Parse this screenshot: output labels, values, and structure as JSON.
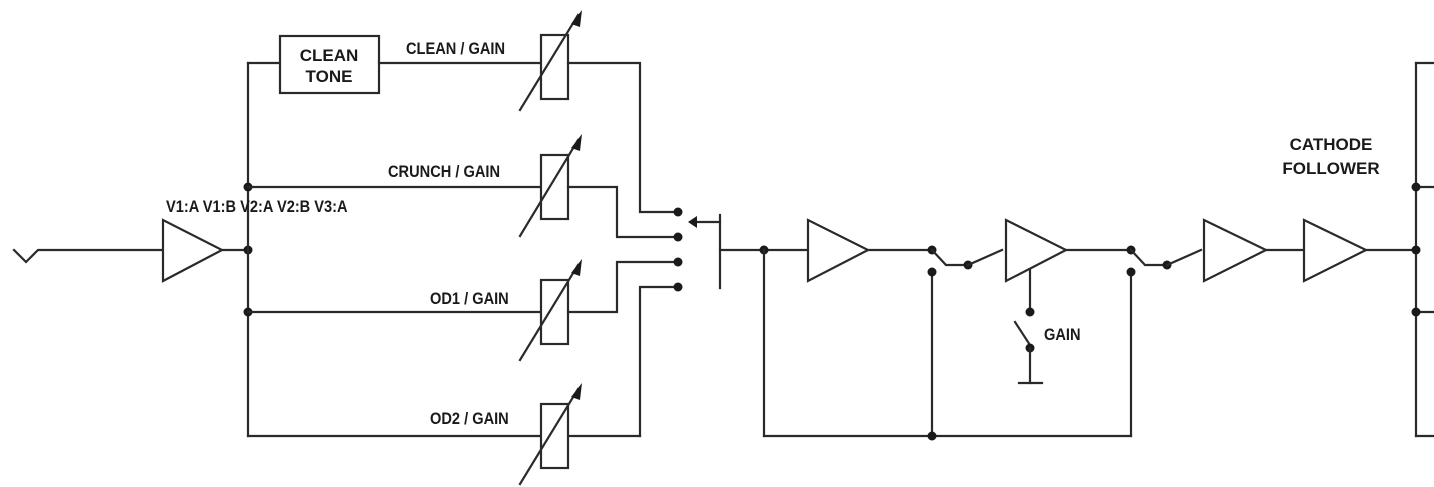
{
  "diagram": {
    "labels": {
      "preamp_stages": "V1:A V1:B V2:A V2:B V3:A",
      "clean_tone_line1": "CLEAN",
      "clean_tone_line2": "TONE",
      "clean_gain": "CLEAN / GAIN",
      "crunch_gain": "CRUNCH / GAIN",
      "od1_gain": "OD1 / GAIN",
      "od2_gain": "OD2 / GAIN",
      "gain_switch": "GAIN",
      "cathode_follower_line1": "CATHODE",
      "cathode_follower_line2": "FOLLOWER"
    },
    "colors": {
      "line": "#2a2a2a",
      "background": "#ffffff"
    }
  }
}
